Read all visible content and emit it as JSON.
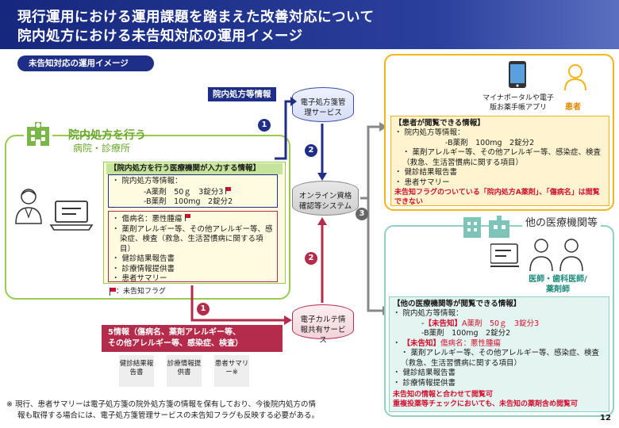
{
  "header": {
    "line1": "現行運用における運用課題を踏まえた改善対応について",
    "line2": "院内処方における未告知対応の運用イメージ"
  },
  "section_pill": "未告知対応の運用イメージ",
  "hospital": {
    "title": "院内処方を行う",
    "subtitle": "病院・診療所",
    "input_box_title": "【院内処方を行う医療機関が入力する情報】",
    "prescription_item": "院内処方等情報：",
    "drug_a": "-A薬剤　50ｇ　3錠分3",
    "drug_b": "-B薬剤　100mg　2錠分2",
    "items": [
      "傷病名：悪性腫瘍",
      "薬剤アレルギー等、その他アレルギー等、感染症、検査（救急、生活習慣病に関する項目）",
      "健診結果報告書",
      "診療情報提供書",
      "患者サマリー"
    ],
    "flag_legend": "：未告知フラグ"
  },
  "label_innai": "院内処方等情報",
  "label_5info": {
    "line1": "5情報（傷病名、薬剤アレルギー等、",
    "line2": "その他アレルギー等、感染症、検査）"
  },
  "small_docs": [
    "健診結果報告書",
    "診療情報提供書",
    "患者サマリー※"
  ],
  "services": {
    "eps": "電子処方箋管理サービス",
    "online": "オンライン資格確認等システム",
    "ekarte": "電子カルテ情報共有サービス"
  },
  "steps": [
    "1",
    "2",
    "3",
    "2",
    "1"
  ],
  "patient": {
    "device_label": "マイナポータルや電子版お薬手帳アプリ",
    "role": "患者",
    "box_title": "【患者が閲覧できる情報】",
    "prescription_item": "院内処方等情報：",
    "drug_b": "-B薬剤　100mg　2錠分2",
    "items": [
      "薬剤アレルギー等、その他アレルギー等、感染症、検査（救急、生活習慣病に関する項目）",
      "健診結果報告書",
      "患者サマリー"
    ],
    "note": "未告知フラグのついている「院内処方A薬剤」、「傷病名」は閲覧できない"
  },
  "other": {
    "title": "他の医療機関等",
    "role": "医師・歯科医師/薬剤師",
    "box_title": "【他の医療機関等が閲覧できる情報】",
    "prescription_item": "院内処方等情報：",
    "drug_a_tag": "【未告知】",
    "drug_a": "A薬剤　50ｇ　3錠分3",
    "drug_b": "-B薬剤　100mg　2錠分2",
    "disease_tag": "【未告知】",
    "disease": "傷病名：悪性腫瘍",
    "items": [
      "薬剤アレルギー等、その他アレルギー等、感染症、検査（救急、生活習慣病に関する項目）",
      "健診結果報告書",
      "診療情報提供書"
    ],
    "note1": "未告知の情報と合わせて閲覧可",
    "note2": "重複投薬等チェックにおいても、未告知の薬剤含め閲覧可"
  },
  "footnote": {
    "line1": "※ 現行、患者サマリーは電子処方箋の院外処方箋の情報を保有しており、今後院内処方の情",
    "line2": "報も取得する場合には、電子処方箋管理サービスの未告知フラグも反映する必要がある。"
  },
  "page_number": "12",
  "colors": {
    "navy": "#1f2f88",
    "green": "#8cc63f",
    "orange": "#f4b41a",
    "teal": "#8fd0c3",
    "red": "#d01030"
  }
}
